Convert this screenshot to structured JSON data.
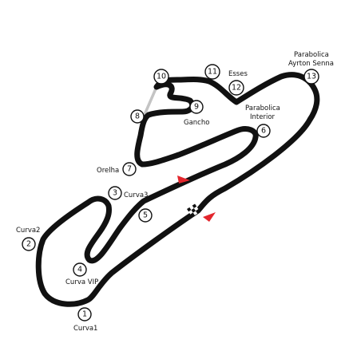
{
  "corners": [
    {
      "id": "corner-1",
      "number": "1",
      "label": "Curva1"
    },
    {
      "id": "corner-2",
      "number": "2",
      "label": "Curva2"
    },
    {
      "id": "corner-3",
      "number": "3",
      "label": "Curva3"
    },
    {
      "id": "corner-4",
      "number": "4",
      "label": "Curva VIP"
    },
    {
      "id": "corner-5",
      "number": "5",
      "label": ""
    },
    {
      "id": "corner-6",
      "number": "6",
      "label": "Parabolica Interior"
    },
    {
      "id": "corner-7",
      "number": "7",
      "label": "Orelha"
    },
    {
      "id": "corner-8",
      "number": "8",
      "label": ""
    },
    {
      "id": "corner-9",
      "number": "9",
      "label": "Gancho"
    },
    {
      "id": "corner-10",
      "number": "10",
      "label": ""
    },
    {
      "id": "corner-11",
      "number": "11",
      "label": ""
    },
    {
      "id": "corner-12",
      "number": "12",
      "label": "Esses"
    },
    {
      "id": "corner-13",
      "number": "13",
      "label": "Parabolica Ayrton Senna"
    }
  ],
  "colors": {
    "track": "#111111",
    "pitlane": "#c4c4c4",
    "direction_arrow": "#e3262d",
    "background": "#ffffff"
  },
  "icons": {
    "finish_line": "checkered-flag-icon",
    "direction": "direction-arrow-icon"
  }
}
